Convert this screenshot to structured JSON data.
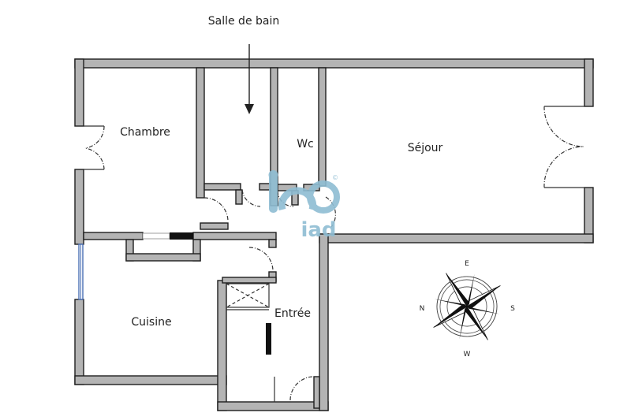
{
  "rooms": {
    "bathroom": "Salle de bain",
    "bedroom": "Chambre",
    "wc": "Wc",
    "living": "Séjour",
    "kitchen": "Cuisine",
    "entrance": "Entrée"
  },
  "compass": {
    "north": "N",
    "east": "E",
    "south": "S",
    "west": "W"
  },
  "watermark": {
    "text": "iad"
  },
  "colors": {
    "wall_fill": "#b4b4b4",
    "wall_stroke": "#1e1e1e",
    "watermark": "#8fbdd3",
    "window": "#4a6fb5"
  }
}
